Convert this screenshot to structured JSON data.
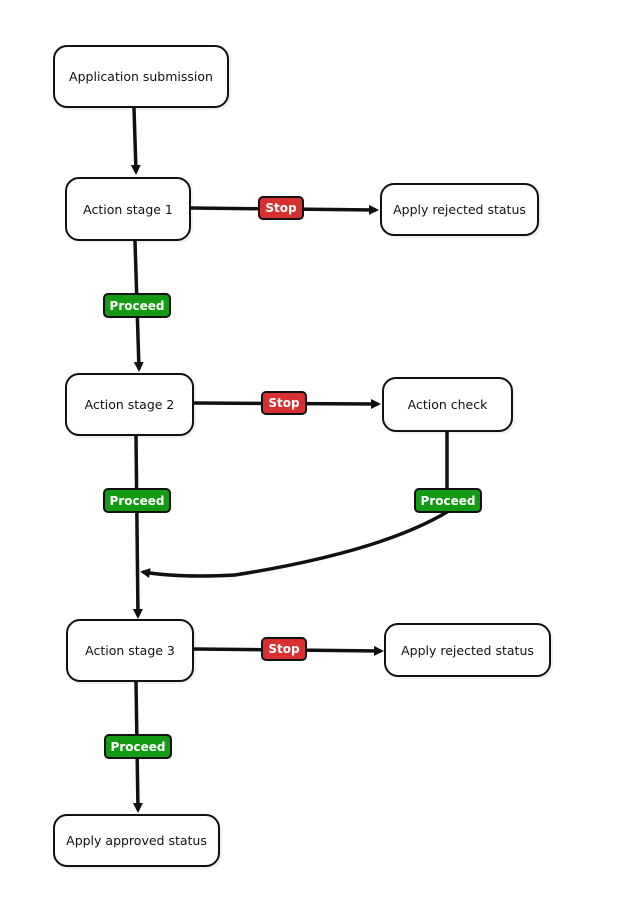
{
  "nodes": {
    "submission": "Application submission",
    "stage1": "Action stage 1",
    "rejected1": "Apply rejected status",
    "stage2": "Action stage 2",
    "check": "Action check",
    "stage3": "Action stage 3",
    "rejected3": "Apply rejected status",
    "approved": "Apply approved status"
  },
  "badges": {
    "stop": "Stop",
    "proceed": "Proceed"
  },
  "colors": {
    "stop": "#d83030",
    "proceed": "#149a14",
    "stroke": "#111111"
  }
}
